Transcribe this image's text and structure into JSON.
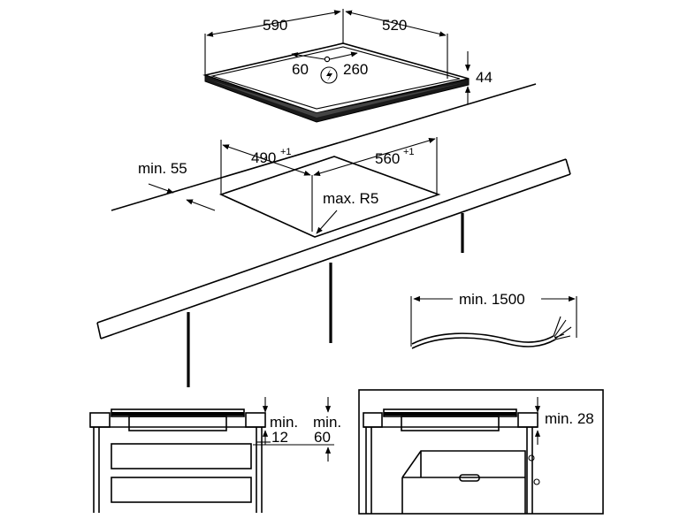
{
  "hob": {
    "width": "590",
    "depth": "520",
    "height": "44",
    "connection_left": "60",
    "connection_right": "260",
    "power_symbol": "lightning-bolt-icon"
  },
  "cutout": {
    "width": "490",
    "width_tolerance": "+1",
    "depth": "560",
    "depth_tolerance": "+1",
    "min_edge": "min. 55",
    "corner_radius": "max. R5"
  },
  "cable": {
    "min_length": "min. 1500"
  },
  "side_view_drawers": {
    "gap_label_1": "min.",
    "gap_value_1": "12",
    "gap_label_2": "min.",
    "gap_value_2": "60"
  },
  "side_view_oven": {
    "gap_label": "min. 28"
  }
}
